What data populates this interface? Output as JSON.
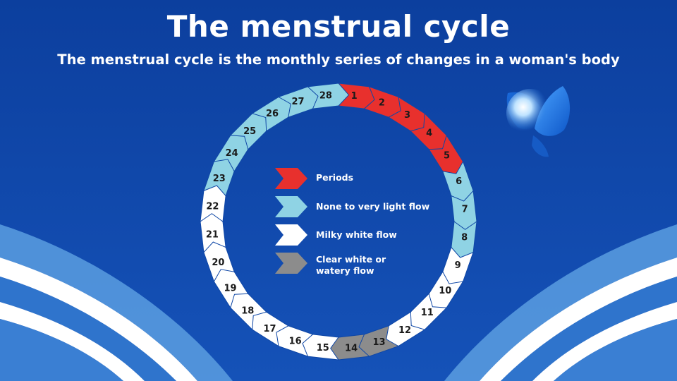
{
  "title": "The menstrual cycle",
  "subtitle": "The menstrual cycle is the monthly series of changes in a woman's body",
  "colors": {
    "background": "#0f47a6",
    "periods": "#e8302d",
    "light_flow": "#8fd3e4",
    "milky_white": "#ffffff",
    "clear_white": "#8c8c8c",
    "text_dark": "#1a1a1a"
  },
  "legend": [
    {
      "label": "Periods",
      "color": "#e8302d"
    },
    {
      "label": "None to very light flow",
      "color": "#8fd3e4"
    },
    {
      "label": "Milky white flow",
      "color": "#ffffff"
    },
    {
      "label": "Clear white or\nwatery flow",
      "color": "#8c8c8c"
    }
  ],
  "days": [
    {
      "day": "1",
      "phase": "periods"
    },
    {
      "day": "2",
      "phase": "periods"
    },
    {
      "day": "3",
      "phase": "periods"
    },
    {
      "day": "4",
      "phase": "periods"
    },
    {
      "day": "5",
      "phase": "periods"
    },
    {
      "day": "6",
      "phase": "light_flow"
    },
    {
      "day": "7",
      "phase": "light_flow"
    },
    {
      "day": "8",
      "phase": "light_flow"
    },
    {
      "day": "9",
      "phase": "milky_white"
    },
    {
      "day": "10",
      "phase": "milky_white"
    },
    {
      "day": "11",
      "phase": "milky_white"
    },
    {
      "day": "12",
      "phase": "milky_white"
    },
    {
      "day": "13",
      "phase": "clear_white"
    },
    {
      "day": "14",
      "phase": "clear_white"
    },
    {
      "day": "15",
      "phase": "milky_white"
    },
    {
      "day": "16",
      "phase": "milky_white"
    },
    {
      "day": "17",
      "phase": "milky_white"
    },
    {
      "day": "18",
      "phase": "milky_white"
    },
    {
      "day": "19",
      "phase": "milky_white"
    },
    {
      "day": "20",
      "phase": "milky_white"
    },
    {
      "day": "21",
      "phase": "milky_white"
    },
    {
      "day": "22",
      "phase": "milky_white"
    },
    {
      "day": "23",
      "phase": "light_flow"
    },
    {
      "day": "24",
      "phase": "light_flow"
    },
    {
      "day": "25",
      "phase": "light_flow"
    },
    {
      "day": "26",
      "phase": "light_flow"
    },
    {
      "day": "27",
      "phase": "light_flow"
    },
    {
      "day": "28",
      "phase": "light_flow"
    }
  ],
  "icons": {
    "logo": "butterfly-logo-icon"
  }
}
